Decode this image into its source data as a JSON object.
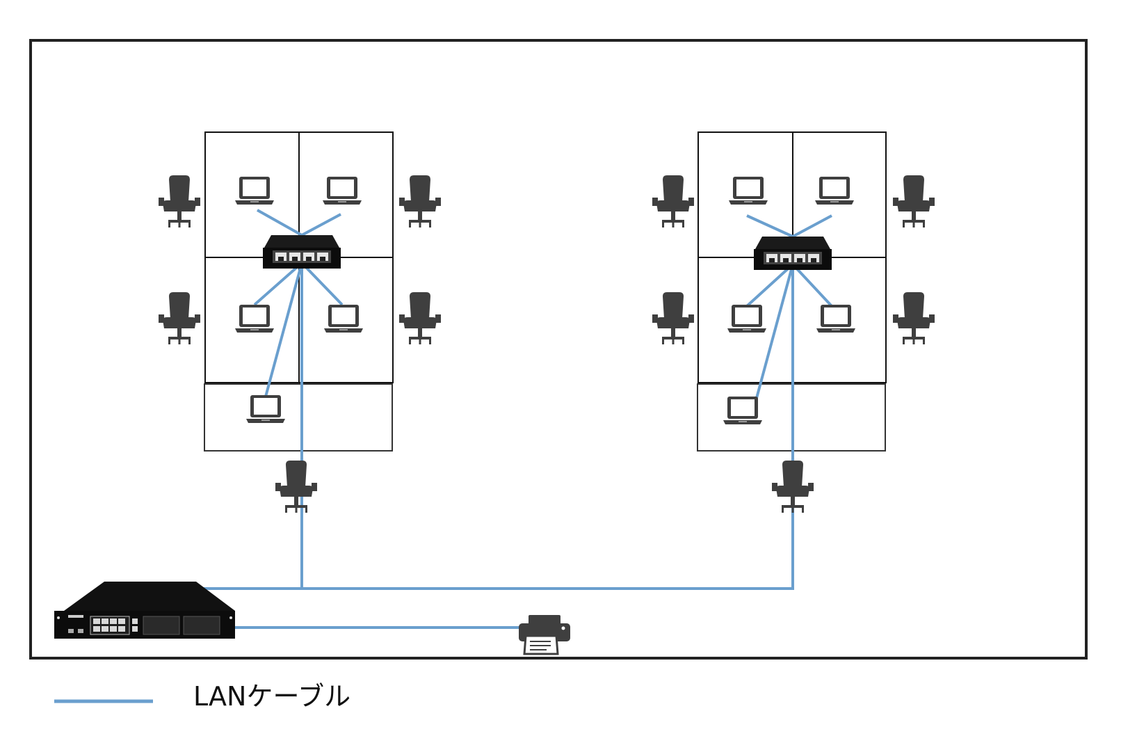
{
  "legend": {
    "items": [
      {
        "label": "LANケーブル",
        "color": "#6a9fce"
      }
    ]
  },
  "colors": {
    "cable": "#6a9fce",
    "room_border": "#222222",
    "desk_border": "#111111",
    "icon": "#3f3f3f",
    "equipment": "#0c0c0c"
  },
  "groups": [
    {
      "id": "left",
      "devices": [
        "switch-hub",
        "laptop",
        "laptop",
        "laptop",
        "laptop",
        "laptop"
      ],
      "chairs": 5
    },
    {
      "id": "right",
      "devices": [
        "switch-hub",
        "laptop",
        "laptop",
        "laptop",
        "laptop",
        "laptop"
      ],
      "chairs": 5
    }
  ],
  "main_equipment": [
    "router",
    "printer"
  ]
}
